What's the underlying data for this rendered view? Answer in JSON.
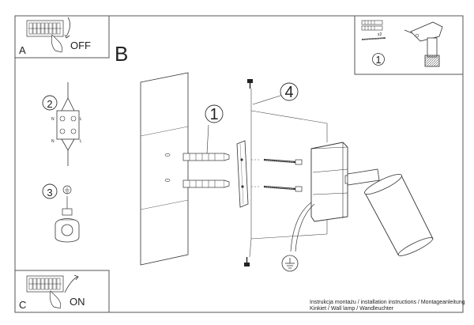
{
  "panels": {
    "a": {
      "letter": "A",
      "state": "OFF"
    },
    "b": {
      "letter": "B"
    },
    "c": {
      "letter": "C",
      "state": "ON"
    }
  },
  "callouts": {
    "kit": "1",
    "wall_plugs": "1",
    "mount_plate": "4",
    "wiring": "2",
    "earth": "3"
  },
  "kit": {
    "quantity": "x2"
  },
  "terminal": {
    "n_top": "N",
    "l_top": "L",
    "n_bottom": "N",
    "l_bottom": "L"
  },
  "footer": {
    "line1": "Instrukcja montażu / installation instructions / Montageanleitung",
    "line2": "Kinkiet / Wall lamp / Wandleuchter"
  }
}
